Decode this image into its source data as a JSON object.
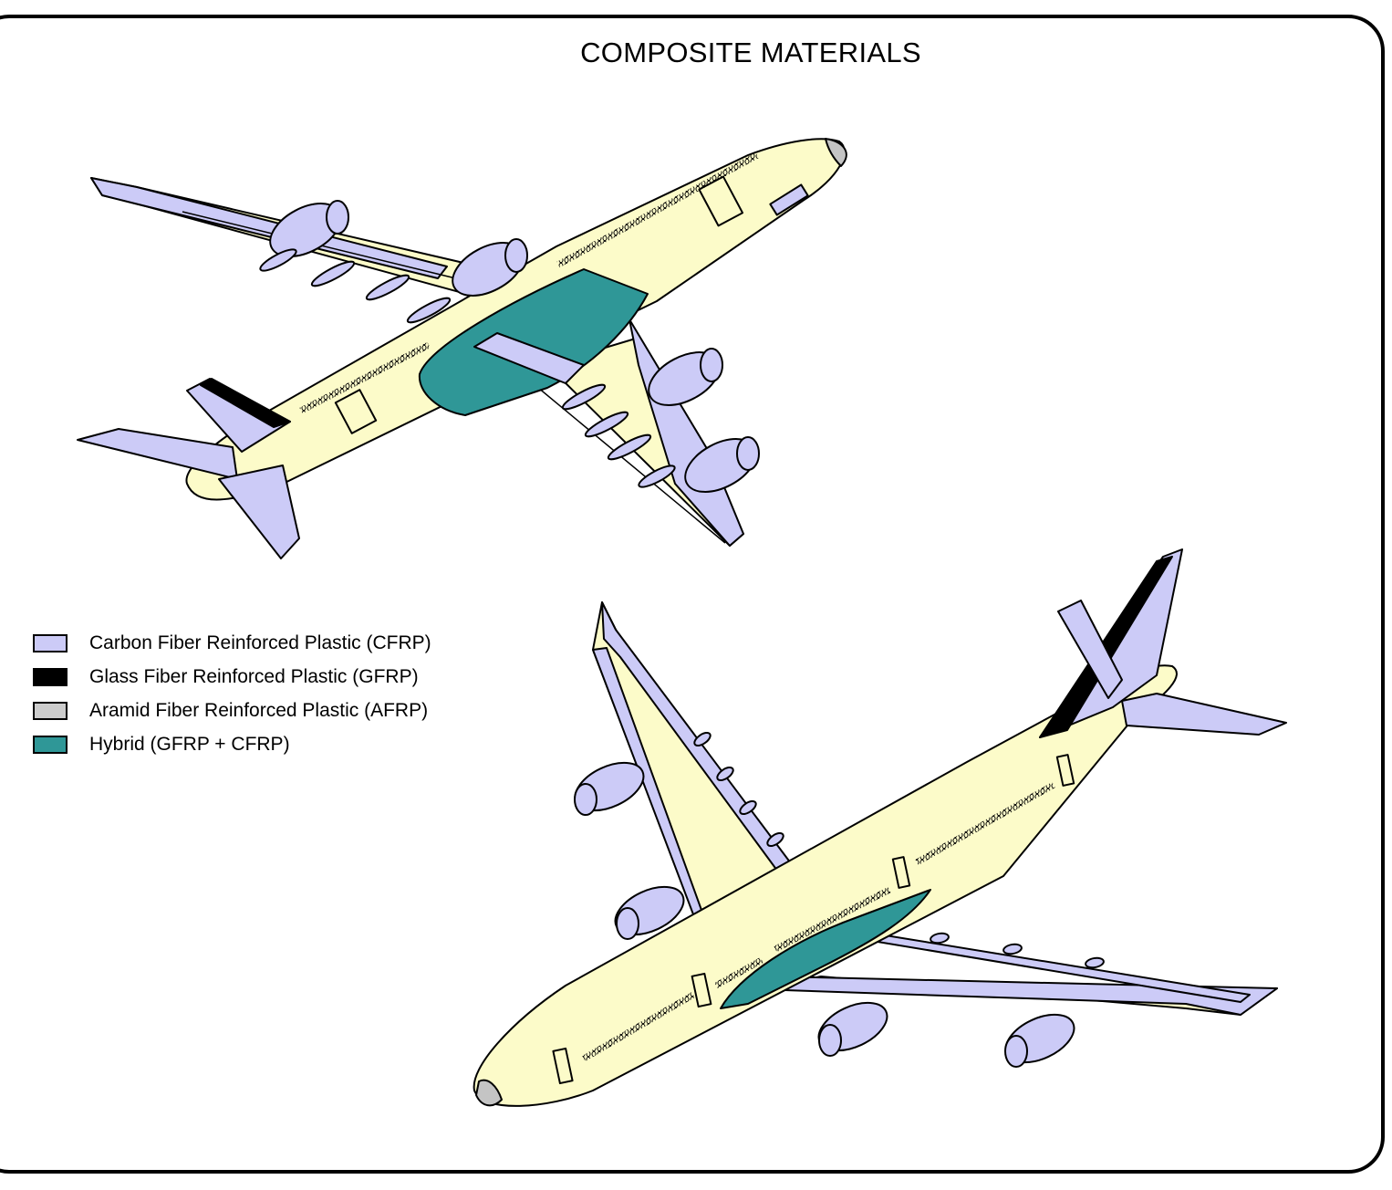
{
  "title": "COMPOSITE MATERIALS",
  "legend": [
    {
      "label": "Carbon Fiber Reinforced Plastic (CFRP)",
      "color": "#cccbf7"
    },
    {
      "label": "Glass Fiber Reinforced Plastic (GFRP)",
      "color": "#000000"
    },
    {
      "label": "Aramid Fiber Reinforced Plastic (AFRP)",
      "color": "#cccccc"
    },
    {
      "label": "Hybrid (GFRP + CFRP)",
      "color": "#2f9797"
    }
  ],
  "colors": {
    "fuselage": "#fcfbc9",
    "cfrp": "#cccbf7",
    "gfrp": "#000000",
    "afrp": "#c4c4c4",
    "hybrid": "#2f9797"
  }
}
